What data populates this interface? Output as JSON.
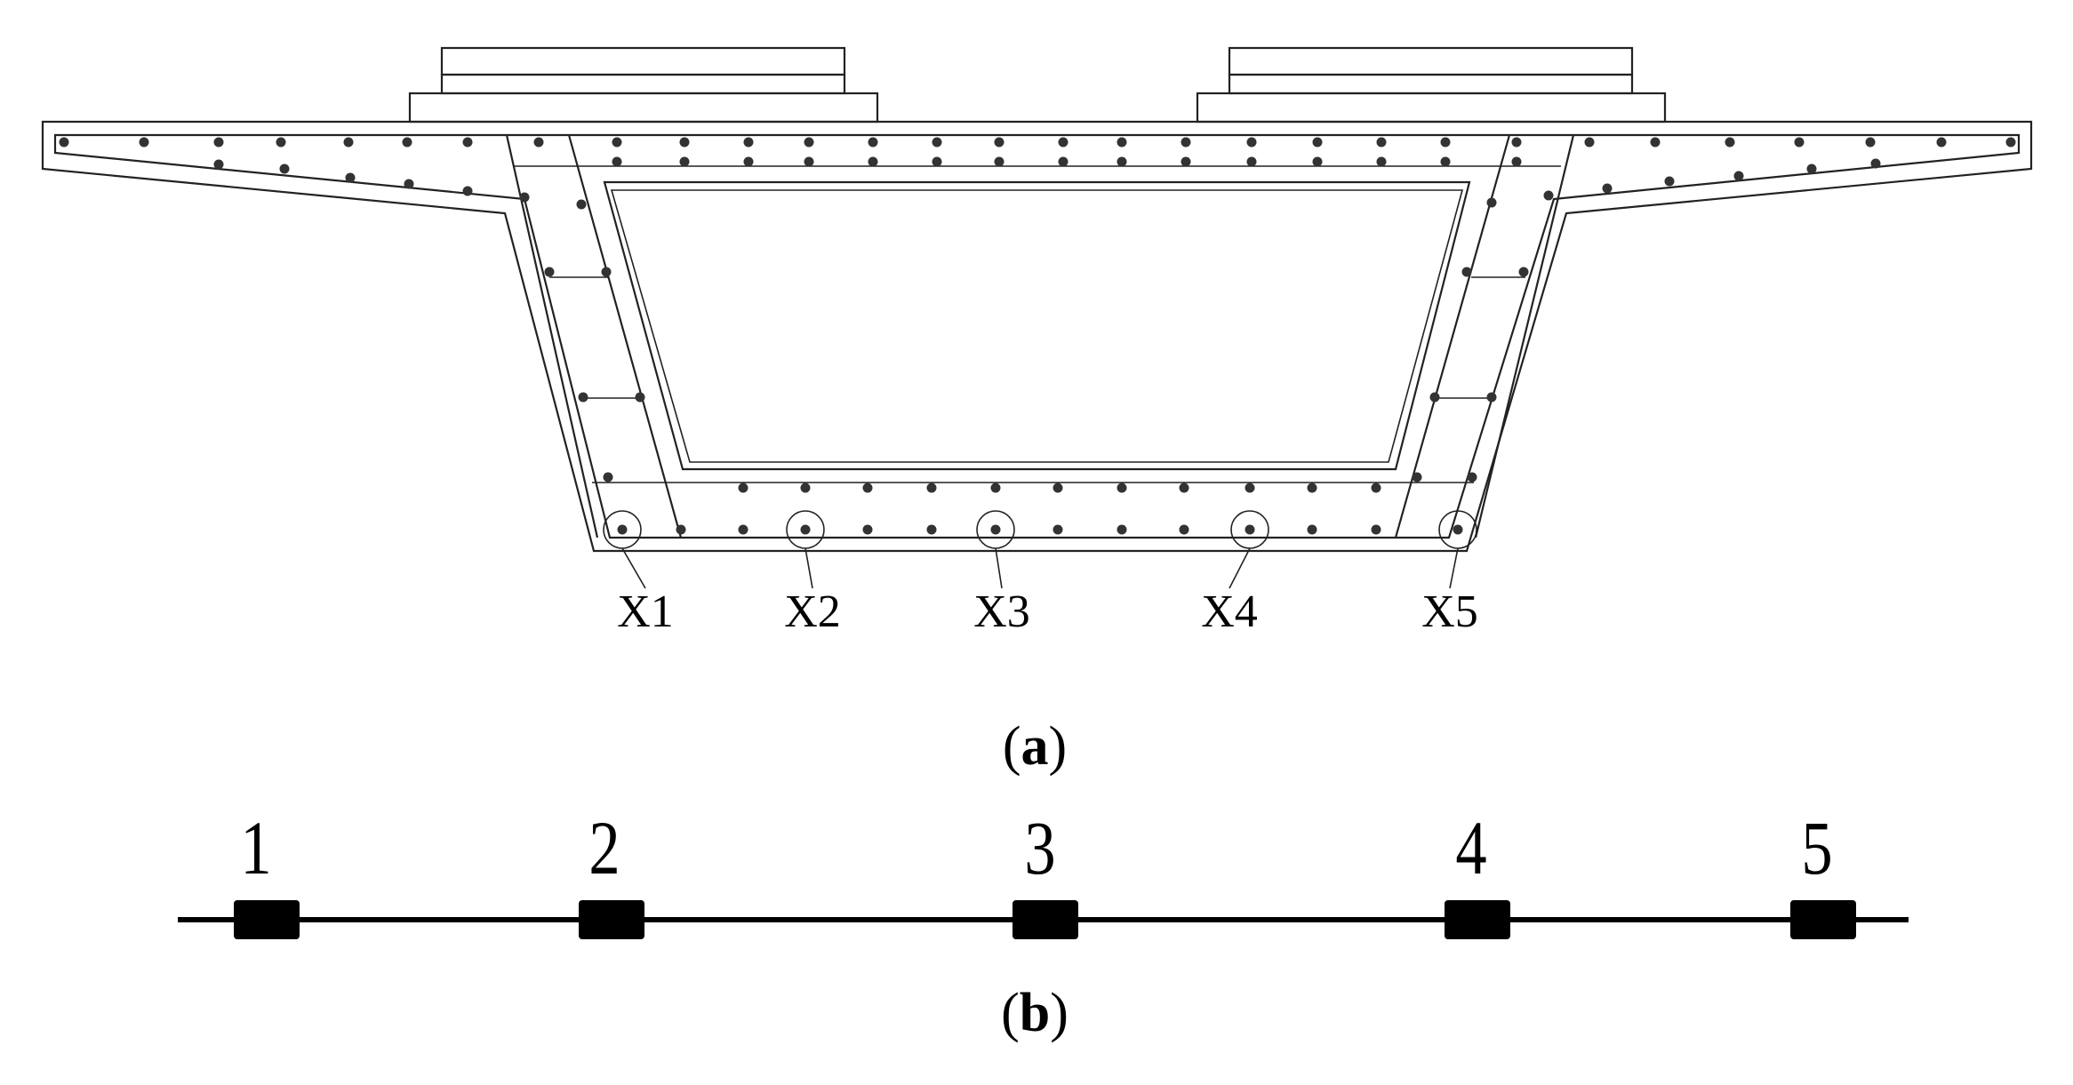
{
  "panel_a": {
    "caption_open": "(",
    "caption_letter": "a",
    "caption_close": ")",
    "point_labels": [
      "X1",
      "X2",
      "X3",
      "X4",
      "X5"
    ]
  },
  "panel_b": {
    "caption_open": "(",
    "caption_letter": "b",
    "caption_close": ")",
    "sensor_labels": [
      "1",
      "2",
      "3",
      "4",
      "5"
    ]
  }
}
